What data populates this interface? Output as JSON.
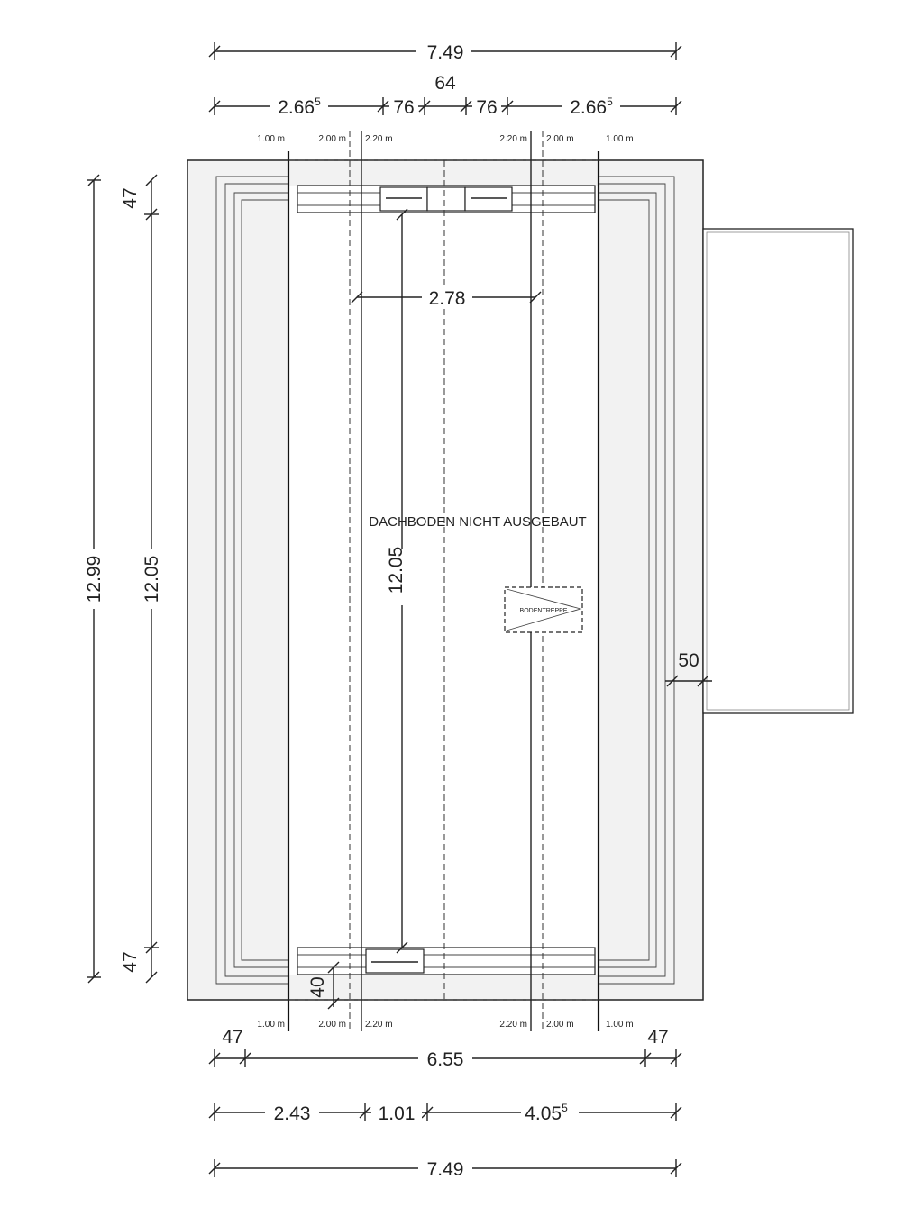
{
  "plan": {
    "room_label": "DACHBODEN NICHT AUSGEBAUT",
    "stair_label": "BODENTREPPE",
    "top": {
      "overall": "7.49",
      "segment_1": "2.66",
      "segment_1_sup": "5",
      "center_gap": "64",
      "segment_2": "76",
      "segment_3": "76",
      "segment_4": "2.66",
      "segment_4_sup": "5"
    },
    "heights": {
      "h1": "1.00 m",
      "h2": "2.00 m",
      "h3": "2.20 m",
      "h4": "2.20 m",
      "h5": "2.00 m",
      "h6": "1.00 m"
    },
    "inner": {
      "width": "2.78",
      "length": "12.05"
    },
    "left": {
      "overall": "12.99",
      "inner": "12.05",
      "top_edge": "47",
      "bottom_edge": "47"
    },
    "right": {
      "overhang": "50"
    },
    "bottom": {
      "wall_offset": "40",
      "edge_left": "47",
      "edge_right": "47",
      "inner_width": "6.55",
      "segment_1": "2.43",
      "segment_2": "1.01",
      "segment_3": "4.05",
      "segment_3_sup": "5",
      "overall": "7.49"
    }
  }
}
